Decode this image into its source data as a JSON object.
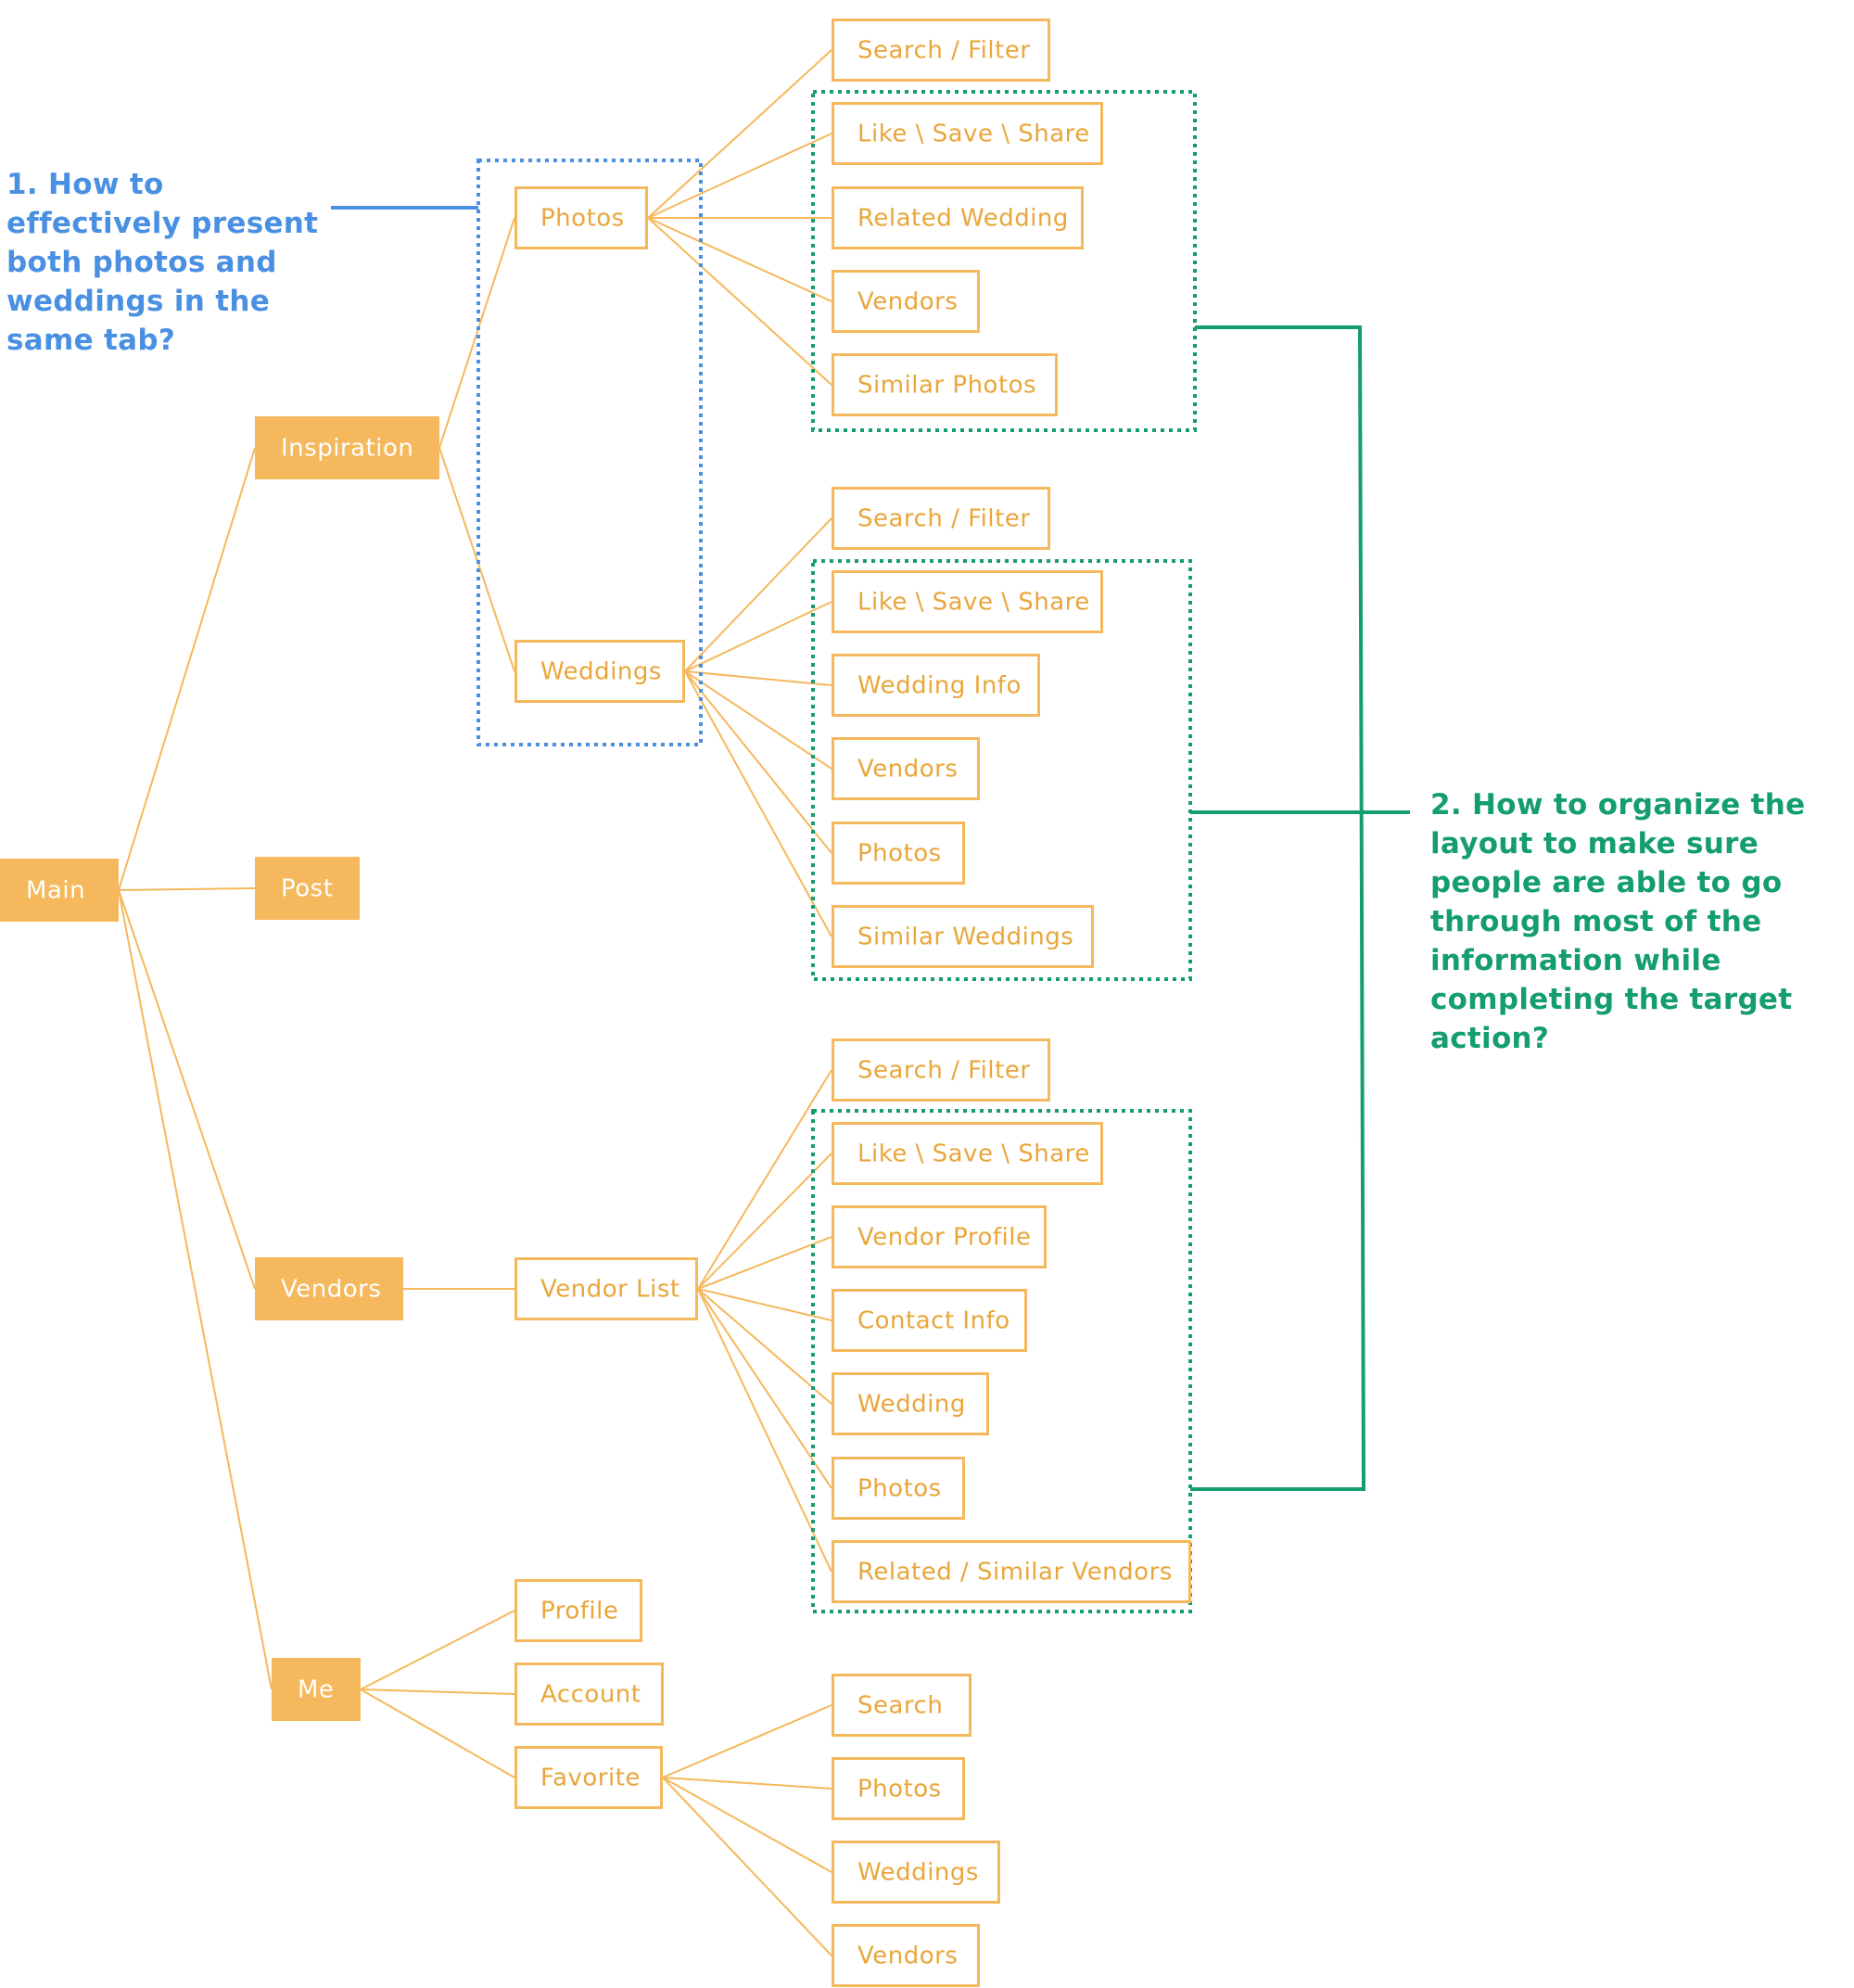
{
  "colors": {
    "orange": "#F5B85C",
    "orange_text": "#E9A63A",
    "white": "#FFFFFF",
    "blue": "#4A90E2",
    "green": "#159D72"
  },
  "annotations": {
    "q1": "1. How to effectively present both photos and weddings in the same tab?",
    "q2": "2. How to organize the layout to make sure people are able to go through most of the information while completing the target action?"
  },
  "nodes": [
    {
      "id": "main",
      "label": "Main",
      "filled": true
    },
    {
      "id": "inspiration",
      "label": "Inspiration",
      "filled": true
    },
    {
      "id": "post",
      "label": "Post",
      "filled": true
    },
    {
      "id": "vendors",
      "label": "Vendors",
      "filled": true
    },
    {
      "id": "me",
      "label": "Me",
      "filled": true
    },
    {
      "id": "photos",
      "label": "Photos",
      "filled": false
    },
    {
      "id": "weddings",
      "label": "Weddings",
      "filled": false
    },
    {
      "id": "vendor-list",
      "label": "Vendor List",
      "filled": false
    },
    {
      "id": "profile",
      "label": "Profile",
      "filled": false
    },
    {
      "id": "account",
      "label": "Account",
      "filled": false
    },
    {
      "id": "favorite",
      "label": "Favorite",
      "filled": false
    },
    {
      "id": "p-search-filter",
      "label": "Search / Filter",
      "filled": false
    },
    {
      "id": "p-like-save-share",
      "label": "Like \\ Save \\ Share",
      "filled": false
    },
    {
      "id": "p-related-wedding",
      "label": "Related Wedding",
      "filled": false
    },
    {
      "id": "p-vendors",
      "label": "Vendors",
      "filled": false
    },
    {
      "id": "p-similar-photos",
      "label": "Similar Photos",
      "filled": false
    },
    {
      "id": "w-search-filter",
      "label": "Search / Filter",
      "filled": false
    },
    {
      "id": "w-like-save-share",
      "label": "Like \\ Save \\ Share",
      "filled": false
    },
    {
      "id": "w-wedding-info",
      "label": "Wedding Info",
      "filled": false
    },
    {
      "id": "w-vendors",
      "label": "Vendors",
      "filled": false
    },
    {
      "id": "w-photos",
      "label": "Photos",
      "filled": false
    },
    {
      "id": "w-similar-weddings",
      "label": "Similar Weddings",
      "filled": false
    },
    {
      "id": "v-search-filter",
      "label": "Search / Filter",
      "filled": false
    },
    {
      "id": "v-like-save-share",
      "label": "Like \\ Save \\ Share",
      "filled": false
    },
    {
      "id": "v-vendor-profile",
      "label": "Vendor Profile",
      "filled": false
    },
    {
      "id": "v-contact-info",
      "label": "Contact Info",
      "filled": false
    },
    {
      "id": "v-wedding",
      "label": "Wedding",
      "filled": false
    },
    {
      "id": "v-photos",
      "label": "Photos",
      "filled": false
    },
    {
      "id": "v-related-similar-vendors",
      "label": "Related / Similar  Vendors",
      "filled": false
    },
    {
      "id": "f-search",
      "label": "Search",
      "filled": false
    },
    {
      "id": "f-photos",
      "label": "Photos",
      "filled": false
    },
    {
      "id": "f-weddings",
      "label": "Weddings",
      "filled": false
    },
    {
      "id": "f-vendors",
      "label": "Vendors",
      "filled": false
    }
  ],
  "edges": [
    [
      "main",
      "inspiration"
    ],
    [
      "main",
      "post"
    ],
    [
      "main",
      "vendors"
    ],
    [
      "main",
      "me"
    ],
    [
      "inspiration",
      "photos"
    ],
    [
      "inspiration",
      "weddings"
    ],
    [
      "photos",
      "p-search-filter"
    ],
    [
      "photos",
      "p-like-save-share"
    ],
    [
      "photos",
      "p-related-wedding"
    ],
    [
      "photos",
      "p-vendors"
    ],
    [
      "photos",
      "p-similar-photos"
    ],
    [
      "weddings",
      "w-search-filter"
    ],
    [
      "weddings",
      "w-like-save-share"
    ],
    [
      "weddings",
      "w-wedding-info"
    ],
    [
      "weddings",
      "w-vendors"
    ],
    [
      "weddings",
      "w-photos"
    ],
    [
      "weddings",
      "w-similar-weddings"
    ],
    [
      "vendors",
      "vendor-list"
    ],
    [
      "vendor-list",
      "v-search-filter"
    ],
    [
      "vendor-list",
      "v-like-save-share"
    ],
    [
      "vendor-list",
      "v-vendor-profile"
    ],
    [
      "vendor-list",
      "v-contact-info"
    ],
    [
      "vendor-list",
      "v-wedding"
    ],
    [
      "vendor-list",
      "v-photos"
    ],
    [
      "vendor-list",
      "v-related-similar-vendors"
    ],
    [
      "me",
      "profile"
    ],
    [
      "me",
      "account"
    ],
    [
      "me",
      "favorite"
    ],
    [
      "favorite",
      "f-search"
    ],
    [
      "favorite",
      "f-photos"
    ],
    [
      "favorite",
      "f-weddings"
    ],
    [
      "favorite",
      "f-vendors"
    ]
  ]
}
